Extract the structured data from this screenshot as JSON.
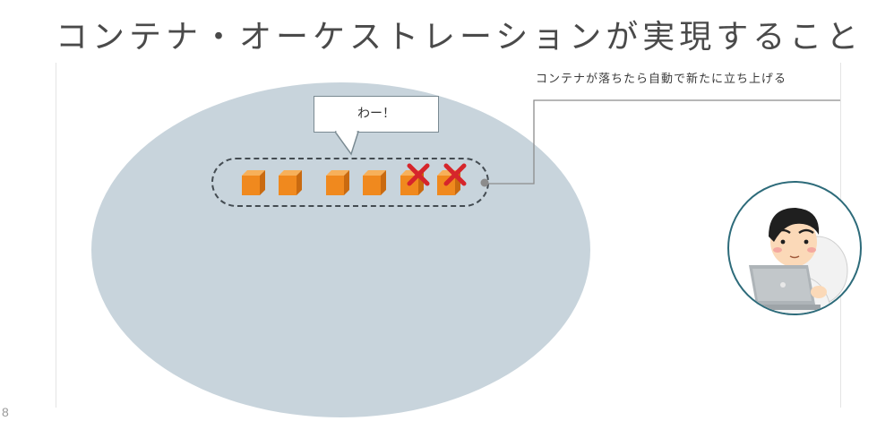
{
  "title": "コンテナ・オーケストレーションが実現すること",
  "slide_number": "8",
  "speech_bubble": "わー！",
  "callout": "コンテナが落ちたら自動で新たに立ち上げる",
  "containers": [
    {
      "state": "running"
    },
    {
      "state": "running"
    },
    {
      "state": "running"
    },
    {
      "state": "running"
    },
    {
      "state": "failed"
    },
    {
      "state": "failed"
    }
  ],
  "colors": {
    "cluster": "#c8d4dc",
    "container": "#f0891e",
    "failed_mark": "#d6252b",
    "person_ring": "#2d6b7a"
  },
  "icons": [
    "container-box-icon",
    "failed-cross-icon",
    "developer-person-icon"
  ]
}
